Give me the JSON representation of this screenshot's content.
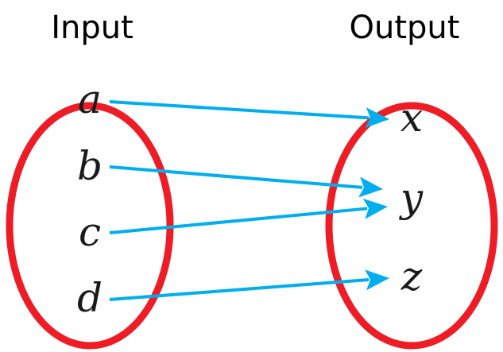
{
  "diagram": {
    "input_title": "Input",
    "output_title": "Output",
    "input_set": [
      "a",
      "b",
      "c",
      "d"
    ],
    "output_set": [
      "x",
      "y",
      "z"
    ],
    "mappings": [
      {
        "from": "a",
        "to": "x"
      },
      {
        "from": "b",
        "to": "y"
      },
      {
        "from": "c",
        "to": "y"
      },
      {
        "from": "d",
        "to": "z"
      }
    ],
    "colors": {
      "ellipse": "#ee1c25",
      "arrow": "#00aeef",
      "text": "#000000"
    }
  }
}
